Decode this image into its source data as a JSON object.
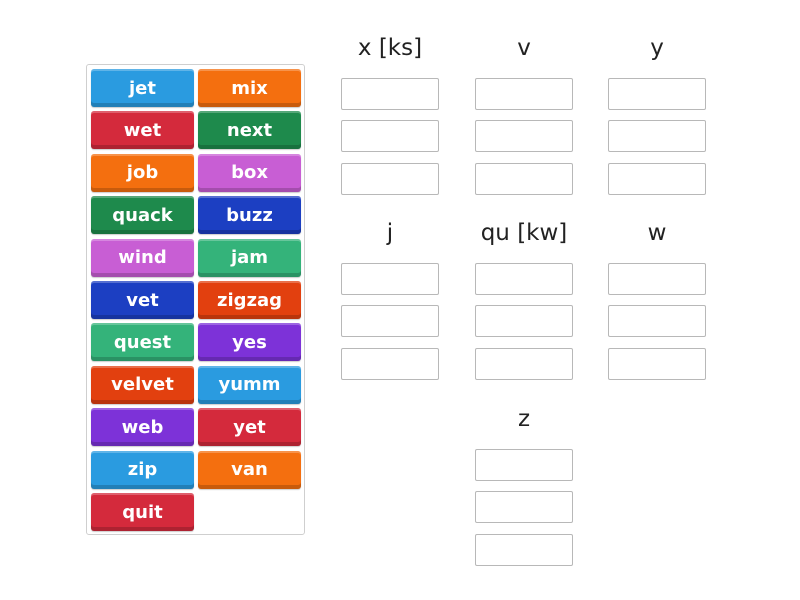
{
  "colors": {
    "blue": "#2a9be0",
    "orange": "#f46f0f",
    "red": "#d42a3c",
    "green": "#1e8a4c",
    "pink": "#c85ed4",
    "navy": "#1c3fc2",
    "mint": "#34b37a",
    "redorange": "#e2400f",
    "purple": "#7d32d8"
  },
  "words": [
    {
      "text": "jet",
      "color": "blue"
    },
    {
      "text": "mix",
      "color": "orange"
    },
    {
      "text": "wet",
      "color": "red"
    },
    {
      "text": "next",
      "color": "green"
    },
    {
      "text": "job",
      "color": "orange"
    },
    {
      "text": "box",
      "color": "pink"
    },
    {
      "text": "quack",
      "color": "green"
    },
    {
      "text": "buzz",
      "color": "navy"
    },
    {
      "text": "wind",
      "color": "pink"
    },
    {
      "text": "jam",
      "color": "mint"
    },
    {
      "text": "vet",
      "color": "navy"
    },
    {
      "text": "zigzag",
      "color": "redorange"
    },
    {
      "text": "quest",
      "color": "mint"
    },
    {
      "text": "yes",
      "color": "purple"
    },
    {
      "text": "velvet",
      "color": "redorange"
    },
    {
      "text": "yumm",
      "color": "blue"
    },
    {
      "text": "web",
      "color": "purple"
    },
    {
      "text": "yet",
      "color": "red"
    },
    {
      "text": "zip",
      "color": "blue"
    },
    {
      "text": "van",
      "color": "orange"
    },
    {
      "text": "quit",
      "color": "red"
    }
  ],
  "groups": [
    {
      "label": "x [ks]"
    },
    {
      "label": "v"
    },
    {
      "label": "y"
    },
    {
      "label": "j"
    },
    {
      "label": "qu [kw]"
    },
    {
      "label": "w"
    },
    {
      "label": "z"
    }
  ]
}
